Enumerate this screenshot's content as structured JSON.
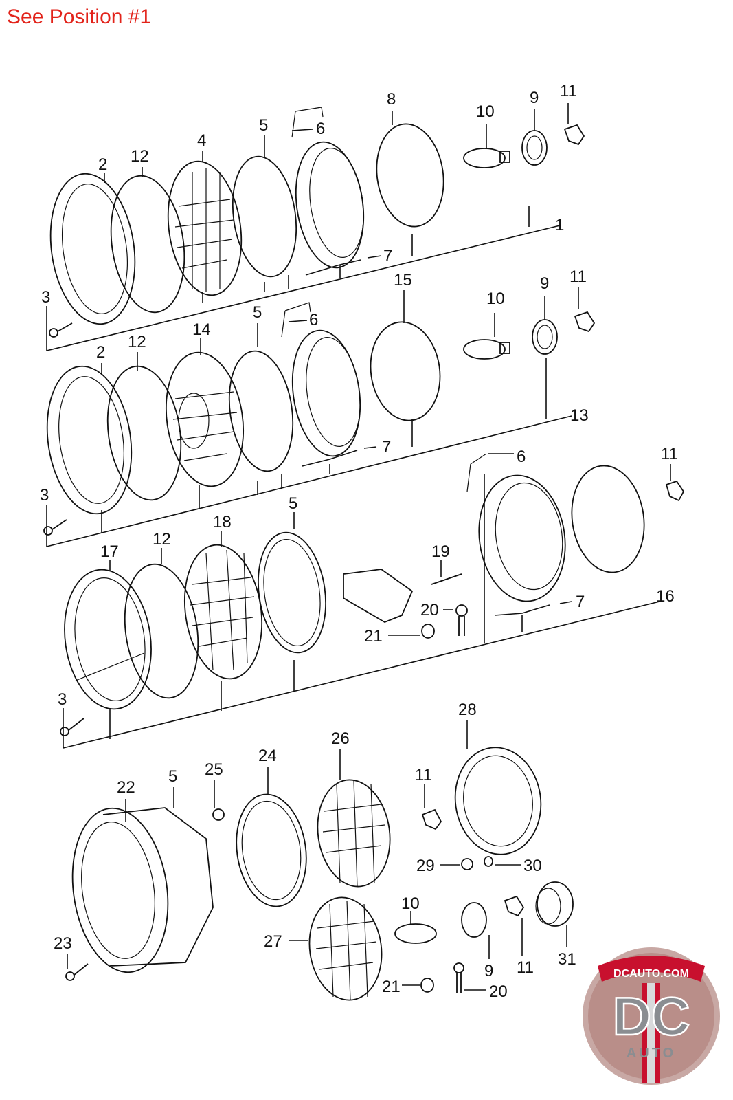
{
  "header": {
    "title": "See Position #1",
    "title_color": "#e2231a"
  },
  "logo": {
    "url_text": "DCAUTO.COM",
    "big": "DC",
    "sub": "AUTO",
    "colors": {
      "red": "#c8102e",
      "grey": "#8a8d91",
      "silver": "#d9dadb"
    }
  },
  "callouts": [
    {
      "id": "c8a",
      "t": "8"
    },
    {
      "id": "c10a",
      "t": "10"
    },
    {
      "id": "c9a",
      "t": "9"
    },
    {
      "id": "c11a",
      "t": "11"
    },
    {
      "id": "c4",
      "t": "4"
    },
    {
      "id": "c5a",
      "t": "5"
    },
    {
      "id": "c6a",
      "t": "6"
    },
    {
      "id": "c12a",
      "t": "12"
    },
    {
      "id": "c2a",
      "t": "2"
    },
    {
      "id": "c1",
      "t": "1"
    },
    {
      "id": "c7a",
      "t": "7"
    },
    {
      "id": "c3a",
      "t": "3"
    },
    {
      "id": "c15",
      "t": "15"
    },
    {
      "id": "c10b",
      "t": "10"
    },
    {
      "id": "c9b",
      "t": "9"
    },
    {
      "id": "c11b",
      "t": "11"
    },
    {
      "id": "c14",
      "t": "14"
    },
    {
      "id": "c5b",
      "t": "5"
    },
    {
      "id": "c6b",
      "t": "6"
    },
    {
      "id": "c12b",
      "t": "12"
    },
    {
      "id": "c2b",
      "t": "2"
    },
    {
      "id": "c13",
      "t": "13"
    },
    {
      "id": "c7b",
      "t": "7"
    },
    {
      "id": "c3b",
      "t": "3"
    },
    {
      "id": "c6c",
      "t": "6"
    },
    {
      "id": "c11c",
      "t": "11"
    },
    {
      "id": "c5c",
      "t": "5"
    },
    {
      "id": "c18",
      "t": "18"
    },
    {
      "id": "c17",
      "t": "17"
    },
    {
      "id": "c12c",
      "t": "12"
    },
    {
      "id": "c19",
      "t": "19"
    },
    {
      "id": "c20a",
      "t": "20"
    },
    {
      "id": "c21a",
      "t": "21"
    },
    {
      "id": "c7c",
      "t": "7"
    },
    {
      "id": "c16",
      "t": "16"
    },
    {
      "id": "c3c",
      "t": "3"
    },
    {
      "id": "c28",
      "t": "28"
    },
    {
      "id": "c26",
      "t": "26"
    },
    {
      "id": "c24",
      "t": "24"
    },
    {
      "id": "c25",
      "t": "25"
    },
    {
      "id": "c22",
      "t": "22"
    },
    {
      "id": "c5d",
      "t": "5"
    },
    {
      "id": "c11d",
      "t": "11"
    },
    {
      "id": "c29",
      "t": "29"
    },
    {
      "id": "c30",
      "t": "30"
    },
    {
      "id": "c10c",
      "t": "10"
    },
    {
      "id": "c31",
      "t": "31"
    },
    {
      "id": "c27",
      "t": "27"
    },
    {
      "id": "c9c",
      "t": "9"
    },
    {
      "id": "c11e",
      "t": "11"
    },
    {
      "id": "c23",
      "t": "23"
    },
    {
      "id": "c21b",
      "t": "21"
    },
    {
      "id": "c20b",
      "t": "20"
    }
  ]
}
